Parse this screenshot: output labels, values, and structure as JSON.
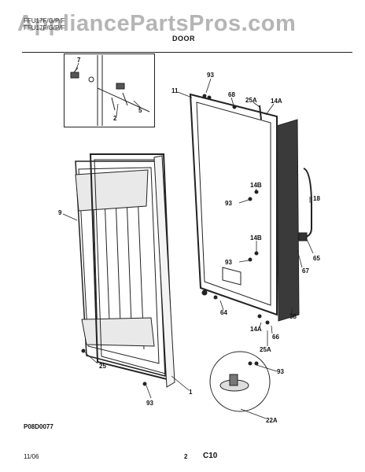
{
  "watermark": "AppliancePartsPros.com",
  "header": {
    "line1": "FFU17F/G/P/F",
    "line2": "FFU17F/G/P/F",
    "section_title": "DOOR"
  },
  "callouts": {
    "c7": "7",
    "c2": "2",
    "c5": "5",
    "c93_top": "93",
    "c11": "11",
    "c68": "68",
    "c25A_top": "25A",
    "c14A_top": "14A",
    "c9": "9",
    "c14B_upper": "14B",
    "c93_mid1": "93",
    "c18": "18",
    "c14B_lower": "14B",
    "c93_mid2": "93",
    "c65": "65",
    "c67": "67",
    "c64": "64",
    "c38": "38",
    "c14A_bottom": "14A",
    "c66": "66",
    "c25A_bottom": "25A",
    "c25": "25",
    "c1": "1",
    "c93_right": "93",
    "c93_bottom": "93",
    "c22A": "22A"
  },
  "figure_code": "P08D0077",
  "footer": {
    "date": "11/06",
    "page_number": "2",
    "page_code": "C10"
  }
}
